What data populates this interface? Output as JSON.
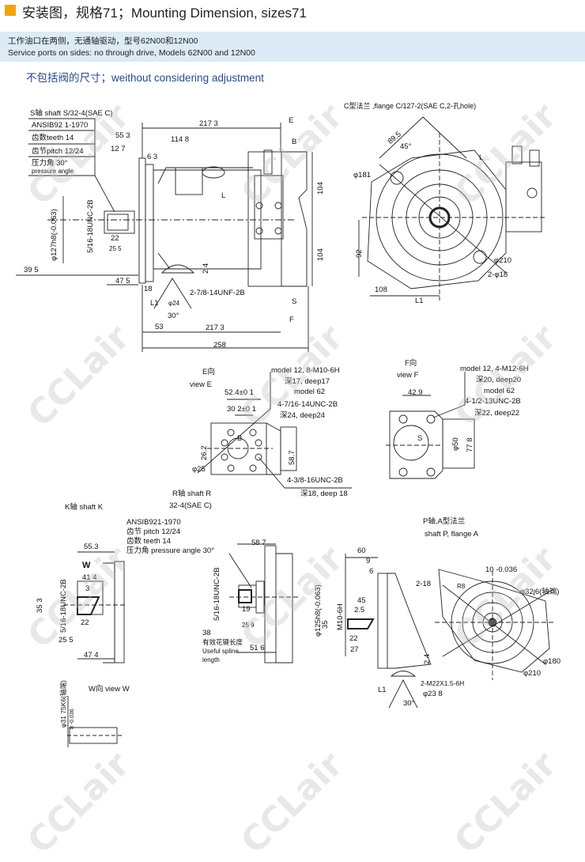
{
  "header": {
    "title": "安装图，规格71；Mounting Dimension, sizes71",
    "accent_color": "#f4a20f",
    "note_cn": "工作油口在两侧，无通轴驱动，型号62N00和12N00",
    "note_en": "Service ports on sides: no through drive, Models 62N00 and 12N00",
    "subtitle": "不包括阀的尺寸；weithout considering adjustment"
  },
  "watermark": "CCLair",
  "main_view": {
    "labels": [
      "S轴 shaft S/32-4(SAE C)",
      "ANSIB92 1-1970",
      "齿数teeth 14",
      "齿节pitch 12/24",
      "压力角    30°",
      "pressure angle",
      "217 3",
      "E",
      "55 3",
      "114 8",
      "12 7",
      "B",
      "6 3",
      "L",
      "104",
      "104",
      "φ127h8(-0.063)",
      "5/16-18UNC-2B",
      "22",
      "25 5",
      "39 5",
      "47 5",
      "18",
      "2 4",
      "2-7/8-14UNF-2B",
      "L1",
      "φ24",
      "S",
      "30°",
      "F",
      "53",
      "217 3",
      "258"
    ]
  },
  "flange_c_view": {
    "labels": [
      "C型法兰 ,flange C/127-2(SAE C,2-孔hole)",
      "89.5",
      "45°",
      "L",
      "φ181",
      "92",
      "φ210",
      "2-φ18",
      "108",
      "L1"
    ]
  },
  "view_e": {
    "labels": [
      "E向",
      "view E",
      "model 12, 8-M10-6H",
      "深17, deep17",
      "model 62",
      "52.4±0 1",
      "4-7/16-14UNC-2B",
      "30 2±0 1",
      "深24, deep24",
      "B",
      "26.2",
      "58.7",
      "φ25",
      "4-3/8-16UNC-2B",
      "深18, deep 18",
      "R轴 shaft R",
      "32-4(SAE C)"
    ]
  },
  "view_f": {
    "labels": [
      "F向",
      "view F",
      "model 12, 4-M12-6H",
      "深20, deep20",
      "model 62",
      "42.9",
      "4-1/2-13UNC-2B",
      "深22, deep22",
      "S",
      "φ50",
      "77 8"
    ]
  },
  "shaft_k": {
    "labels": [
      "K轴  shaft K",
      "ANSIB921-1970",
      "齿节 pitch 12/24",
      "齿数 teeth 14",
      "压力角 pressure angle 30°",
      "55.3",
      "58 7",
      "W",
      "41 4",
      "3",
      "35 3",
      "5/16-18UNC-2B",
      "22",
      "25 5",
      "47 4",
      "5/16-18UNC-2B",
      "19",
      "25 9",
      "38",
      "有效花键长度",
      "Useful spline",
      "length",
      "51 6",
      "φ125h8(-0.063)"
    ]
  },
  "shaft_p": {
    "labels": [
      "P轴,A型法兰",
      "shaft P, flange A",
      "60",
      "9",
      "6",
      "10 -0.036",
      "2-18",
      "R8",
      "φ32j6(轴端)",
      "45",
      "2.5",
      "M10-6H",
      "35",
      "22",
      "27",
      "2 4",
      "φ180",
      "φ210",
      "2-M22X1.5-6H",
      "L1",
      "φ23 8",
      "30°"
    ]
  },
  "view_w": {
    "labels": [
      "W向   view W",
      "φ31 75K6(轴端)",
      "8 -0.036"
    ]
  }
}
